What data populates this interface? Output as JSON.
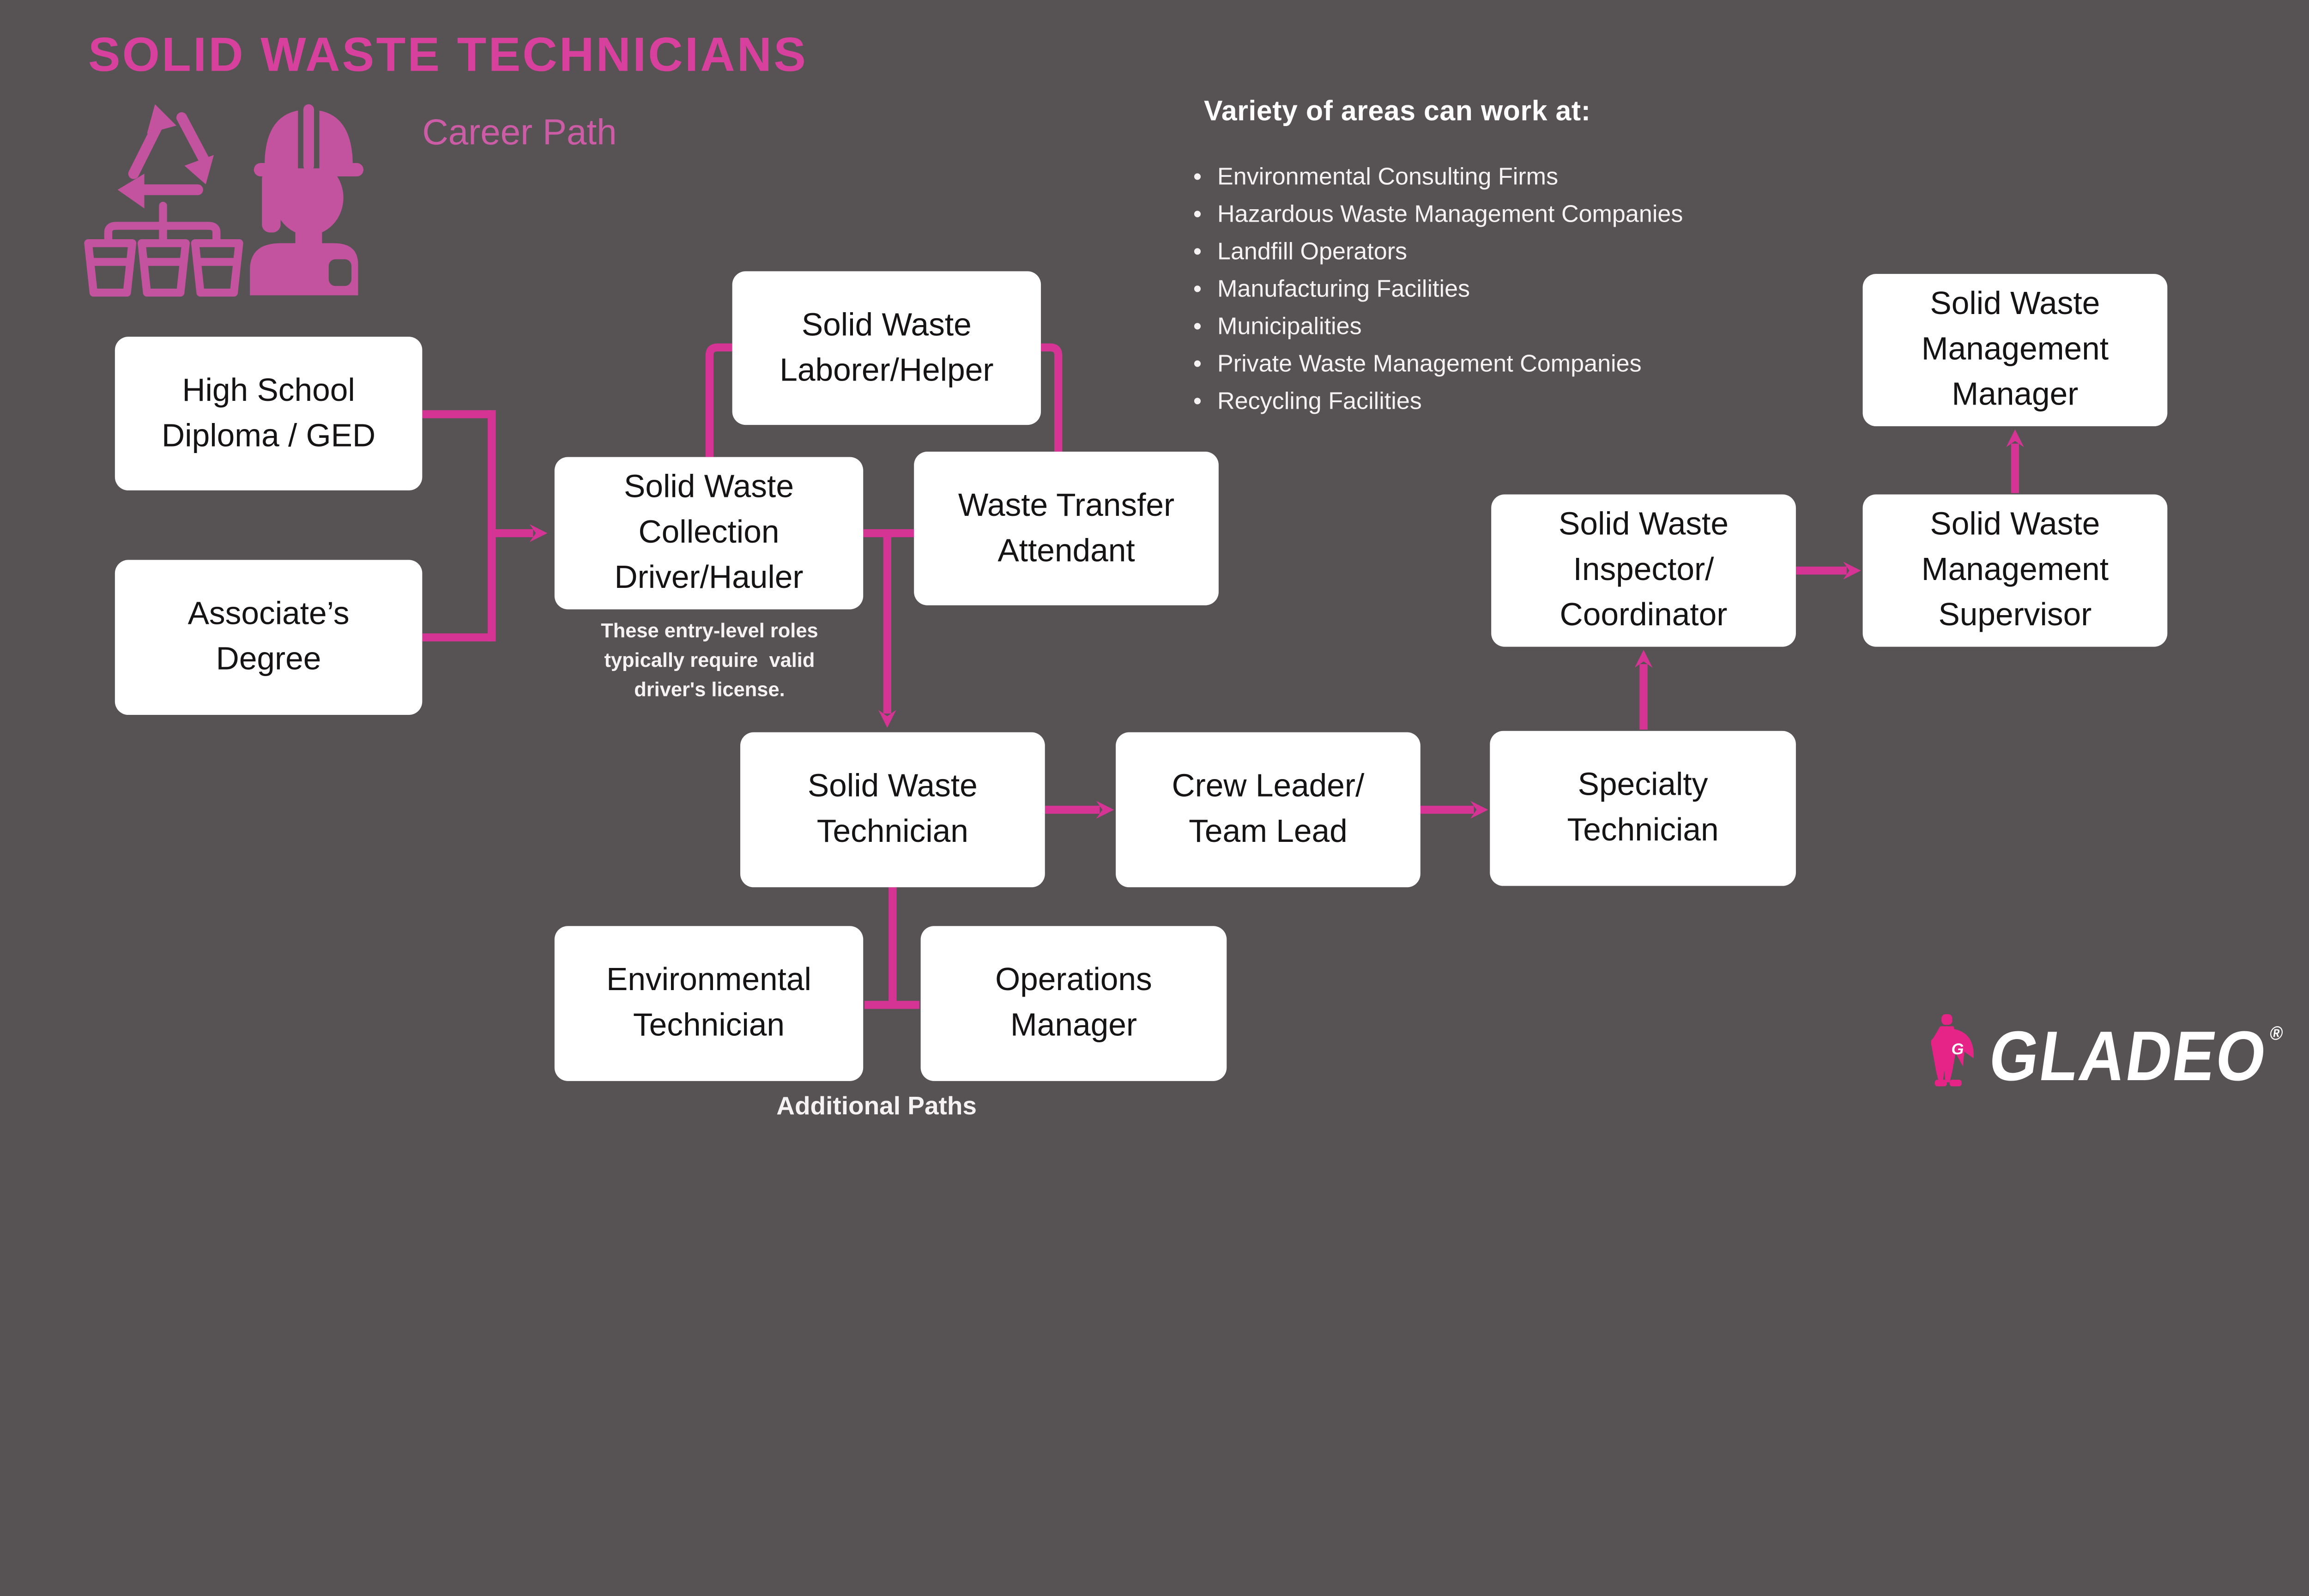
{
  "header": {
    "title": "SOLID WASTE TECHNICIANS",
    "subtitle": "Career Path"
  },
  "work_areas": {
    "heading": "Variety of areas can work at:",
    "items": [
      "Environmental Consulting Firms",
      "Hazardous Waste Management Companies",
      "Landfill Operators",
      "Manufacturing Facilities",
      "Municipalities",
      "Private Waste Management Companies",
      "Recycling Facilities"
    ]
  },
  "boxes": [
    {
      "id": "high-school-diploma-ged",
      "label": "High School\nDiploma / GED"
    },
    {
      "id": "associates-degree",
      "label": "Associate’s\nDegree"
    },
    {
      "id": "solid-waste-laborer-helper",
      "label": "Solid Waste\nLaborer/Helper"
    },
    {
      "id": "solid-waste-collection-driver-hauler",
      "label": "Solid Waste\nCollection\nDriver/Hauler"
    },
    {
      "id": "waste-transfer-attendant",
      "label": "Waste Transfer\nAttendant"
    },
    {
      "id": "solid-waste-technician",
      "label": "Solid Waste\nTechnician"
    },
    {
      "id": "crew-leader-team-lead",
      "label": "Crew Leader/\nTeam Lead"
    },
    {
      "id": "specialty-technician",
      "label": "Specialty\nTechnician"
    },
    {
      "id": "solid-waste-inspector-coordinator",
      "label": "Solid Waste\nInspector/\nCoordinator"
    },
    {
      "id": "solid-waste-management-supervisor",
      "label": "Solid Waste\nManagement\nSupervisor"
    },
    {
      "id": "solid-waste-management-manager",
      "label": "Solid Waste\nManagement\nManager"
    },
    {
      "id": "environmental-technician",
      "label": "Environmental\nTechnician"
    },
    {
      "id": "operations-manager",
      "label": "Operations\nManager"
    }
  ],
  "note": "These entry-level roles\ntypically require  valid\ndriver's license.",
  "additional_paths_label": "Additional Paths",
  "logo": {
    "brand": "GLADEO",
    "registered_mark": "®"
  },
  "icons": {
    "hero": "recycling-worker-icon",
    "logo_figure": "superhero-figure-icon"
  },
  "colors": {
    "background": "#575254",
    "title_pink": "#d8409d",
    "subtitle_pink": "#cc5ca6",
    "connector_pink": "#d63494",
    "icon_pink": "#c3539e",
    "logo_pink": "#e62387",
    "box_background": "#ffffff",
    "box_text": "#151314",
    "list_text": "#f5f2f3"
  }
}
